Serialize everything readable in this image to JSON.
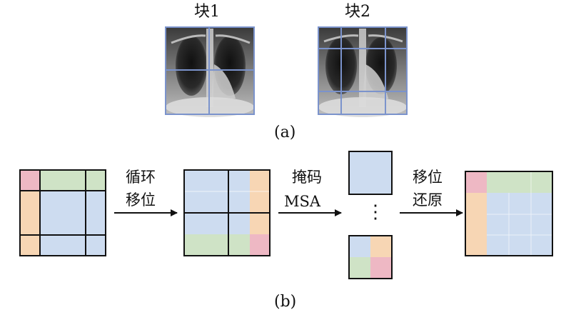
{
  "panel_a": {
    "block1_label": "块1",
    "block2_label": "块2",
    "caption": "(a)",
    "windowed_grid_color": "#7b93cc",
    "xray_dark": "#1a1a1a",
    "xray_light": "#e8e8e8"
  },
  "panel_b": {
    "caption": "(b)",
    "step1_label_line1": "循环",
    "step1_label_line2": "移位",
    "step2_label_line1": "掩码",
    "step2_label_line2": "MSA",
    "step3_label_line1": "移位",
    "step3_label_line2": "还原",
    "ellipsis": "⋮",
    "colors": {
      "blue": "#cddcf0",
      "green": "#cfe3c6",
      "orange": "#f7d6b4",
      "pink": "#eeb8c4",
      "border": "#111111"
    }
  }
}
